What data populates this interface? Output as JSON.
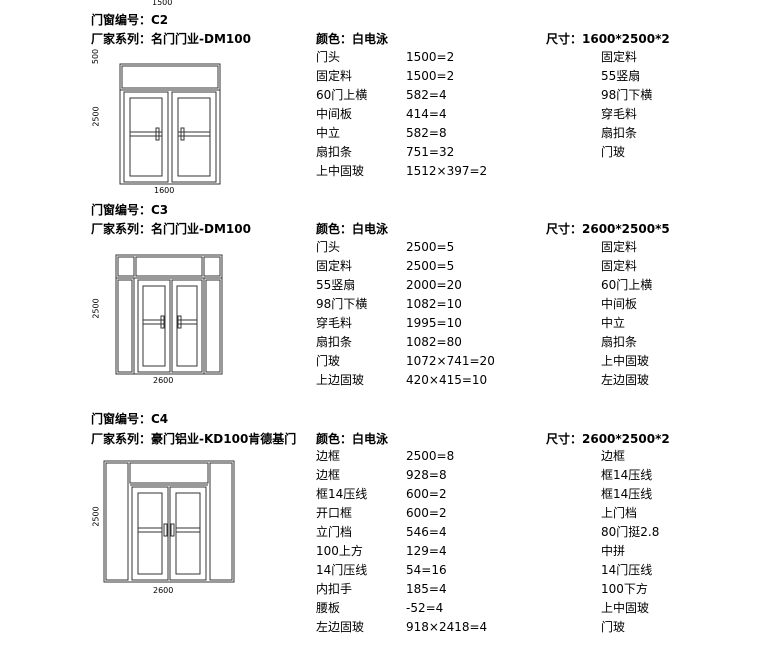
{
  "top_dim": "1500",
  "sections": [
    {
      "code_label": "门窗编号：C2",
      "series_label": "厂家系列：名门门业-DM100",
      "color_label": "颜色：白电泳",
      "size_label": "尺寸：1600*2500*2",
      "dims": {
        "top": "500",
        "side": "2500",
        "bottom": "1600"
      },
      "rows": [
        {
          "name": "门头",
          "value": "1500=2",
          "right": "固定料"
        },
        {
          "name": "固定料",
          "value": "1500=2",
          "right": "55竖扇"
        },
        {
          "name": "60门上横",
          "value": "582=4",
          "right": "98门下横"
        },
        {
          "name": "中间板",
          "value": "414=4",
          "right": "穿毛料"
        },
        {
          "name": "中立",
          "value": "582=8",
          "right": "扇扣条"
        },
        {
          "name": "扇扣条",
          "value": "751=32",
          "right": "门玻"
        },
        {
          "name": "上中固玻",
          "value": "1512×397=2",
          "right": ""
        }
      ]
    },
    {
      "code_label": "门窗编号：C3",
      "series_label": "厂家系列：名门门业-DM100",
      "color_label": "颜色：白电泳",
      "size_label": "尺寸：2600*2500*5",
      "dims": {
        "side": "2500",
        "bottom": "2600"
      },
      "rows": [
        {
          "name": "门头",
          "value": "2500=5",
          "right": "固定料"
        },
        {
          "name": "固定料",
          "value": "2500=5",
          "right": "固定料"
        },
        {
          "name": "55竖扇",
          "value": "2000=20",
          "right": "60门上横"
        },
        {
          "name": "98门下横",
          "value": "1082=10",
          "right": "中间板"
        },
        {
          "name": "穿毛料",
          "value": "1995=10",
          "right": "中立"
        },
        {
          "name": "扇扣条",
          "value": "1082=80",
          "right": "扇扣条"
        },
        {
          "name": "门玻",
          "value": "1072×741=20",
          "right": "上中固玻"
        },
        {
          "name": "上边固玻",
          "value": "420×415=10",
          "right": "左边固玻"
        }
      ]
    },
    {
      "code_label": "门窗编号：C4",
      "series_label": "厂家系列：豪门铝业-KD100肯德基门",
      "color_label": "颜色：白电泳",
      "size_label": "尺寸：2600*2500*2",
      "dims": {
        "side": "2500",
        "bottom": "2600"
      },
      "rows": [
        {
          "name": "边框",
          "value": "2500=8",
          "right": "边框"
        },
        {
          "name": "边框",
          "value": "928=8",
          "right": "框14压线"
        },
        {
          "name": "框14压线",
          "value": "600=2",
          "right": "框14压线"
        },
        {
          "name": "开口框",
          "value": "600=2",
          "right": "上门档"
        },
        {
          "name": "立门档",
          "value": "546=4",
          "right": "80门挺2.8"
        },
        {
          "name": "100上方",
          "value": "129=4",
          "right": "中拼"
        },
        {
          "name": "14门压线",
          "value": "54=16",
          "right": "14门压线"
        },
        {
          "name": "内扣手",
          "value": "185=4",
          "right": "100下方"
        },
        {
          "name": "腰板",
          "value": "-52=4",
          "right": "上中固玻"
        },
        {
          "name": "左边固玻",
          "value": "918×2418=4",
          "right": "门玻"
        }
      ]
    }
  ]
}
